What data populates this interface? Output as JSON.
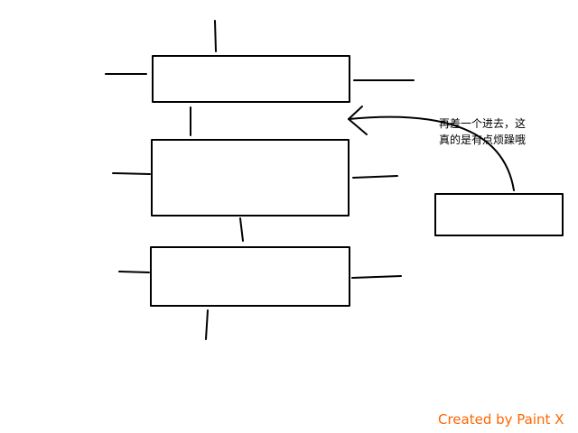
{
  "annotation": {
    "line1": "再差一个进去，这",
    "line2": "真的是有点烦躁哦"
  },
  "watermark": {
    "text": "Created by Paint X",
    "color": "#ff6600"
  },
  "colors": {
    "stroke": "#000000",
    "background": "#ffffff"
  }
}
